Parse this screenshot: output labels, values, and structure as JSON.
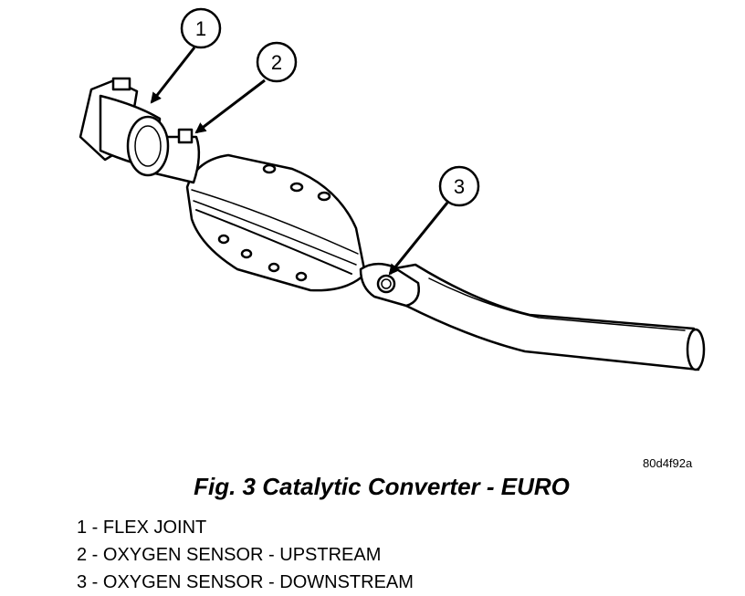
{
  "figure": {
    "code": "80d4f92a",
    "caption": "Fig. 3 Catalytic Converter - EURO"
  },
  "callouts": [
    {
      "number": "1"
    },
    {
      "number": "2"
    },
    {
      "number": "3"
    }
  ],
  "legend": [
    {
      "number": "1",
      "text": "1 - FLEX JOINT"
    },
    {
      "number": "2",
      "text": "2 - OXYGEN SENSOR - UPSTREAM"
    },
    {
      "number": "3",
      "text": "3 - OXYGEN SENSOR - DOWNSTREAM"
    }
  ]
}
